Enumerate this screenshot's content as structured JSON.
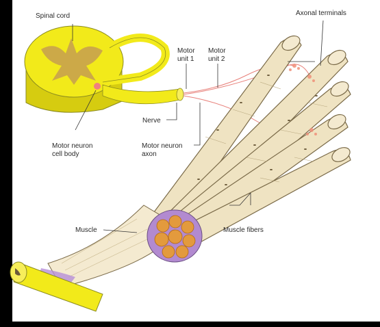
{
  "labels": {
    "spinal_cord": "Spinal cord",
    "axonal_terminals": "Axonal terminals",
    "motor_unit_1": [
      "Motor",
      "unit 1"
    ],
    "motor_unit_2": [
      "Motor",
      "unit 2"
    ],
    "nerve": "Nerve",
    "motor_neuron_cell_body": [
      "Motor neuron",
      "cell body"
    ],
    "motor_neuron_axon": [
      "Motor neuron",
      "axon"
    ],
    "muscle": "Muscle",
    "muscle_fibers": "Muscle fibers"
  },
  "colors": {
    "spinal_cord": "#f2ea1a",
    "gray_matter": "#c8a24e",
    "fiber": "#efe3c2",
    "axon": "#e8807a",
    "tendon": "#b78fd8",
    "fascicle": "#e39a3d",
    "background_frame": "#000000"
  }
}
